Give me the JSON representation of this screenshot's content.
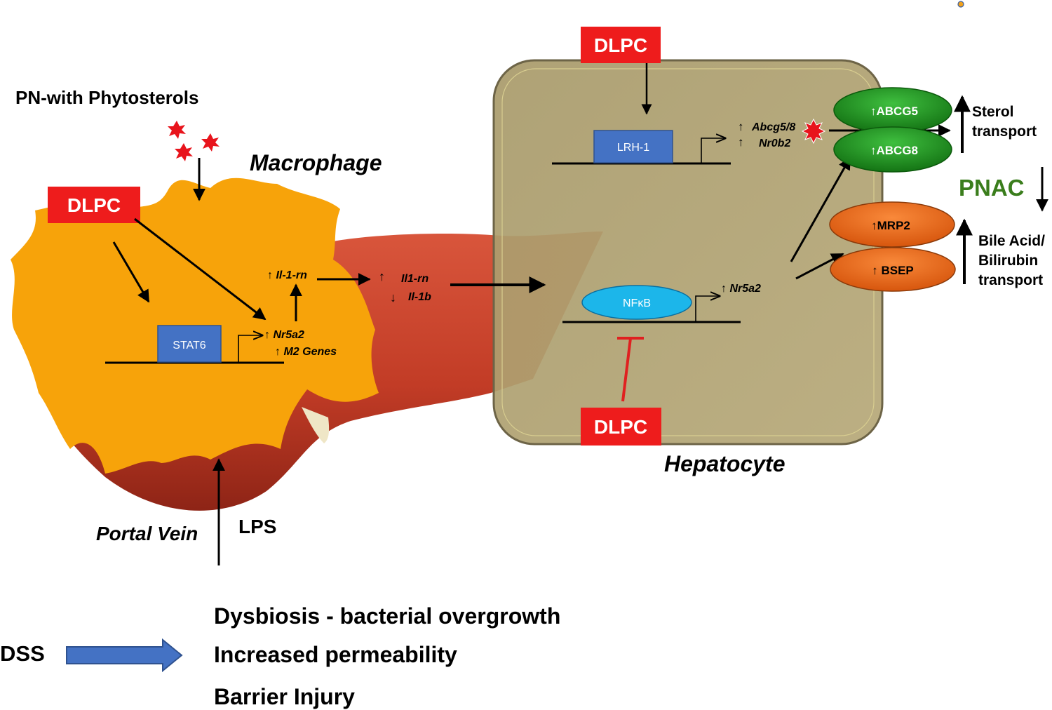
{
  "colors": {
    "dlpc_red": "#ee1c1c",
    "macrophage_orange": "#f7a30a",
    "liver_red": "#c8412a",
    "hepatocyte_olive": "#b0a173",
    "box_blue": "#4472c4",
    "nfkb_cyan": "#1cb6ea",
    "transporter_green": "#1f9b1f",
    "transporter_orange": "#f06a14",
    "dss_arrow_blue": "#4472c4",
    "pnac_green": "#3a7d1c",
    "inhibit_red": "#e02020"
  },
  "icons": [
    "phytosterol-star-icon",
    "transcription-start-arrow-icon",
    "up-arrow-icon",
    "down-arrow-icon",
    "inhibition-bar-icon",
    "block-arrow-icon"
  ],
  "labels": {
    "pn_phytosterols": "PN-with Phytosterols",
    "macrophage": "Macrophage",
    "hepatocyte": "Hepatocyte",
    "portal_vein": "Portal Vein",
    "lps": "LPS",
    "dlpc": "DLPC",
    "stat6": "STAT6",
    "lrh1": "LRH-1",
    "nfkb": "NFκB",
    "pnac": "PNAC",
    "dss": "DSS"
  },
  "macrophage_genes": {
    "nr5a2": "↑ Nr5a2",
    "m2_genes": "↑ M2 Genes",
    "il1rn": "↑ Il-1-rn"
  },
  "liver_genes": {
    "up_arrow": "↑",
    "il1rn": "Il1-rn",
    "down_arrow": "↓",
    "il1b": "Il-1b"
  },
  "hepatocyte_genes": {
    "abcg58_arrow": "↑",
    "abcg58": "Abcg5/8",
    "nr0b2_arrow": "↑",
    "nr0b2": "Nr0b2",
    "nr5a2": "↑ Nr5a2"
  },
  "transporters": {
    "abcg5": "↑ABCG5",
    "abcg8": "↑ABCG8",
    "mrp2": "↑MRP2",
    "bsep": "↑ BSEP"
  },
  "outcomes": {
    "sterol_line1": "Sterol",
    "sterol_line2": "transport",
    "bile_line1": "Bile Acid/",
    "bile_line2": "Bilirubin",
    "bile_line3": "transport"
  },
  "dss_effects": [
    "Dysbiosis - bacterial overgrowth",
    "Increased permeability",
    "Barrier Injury"
  ]
}
